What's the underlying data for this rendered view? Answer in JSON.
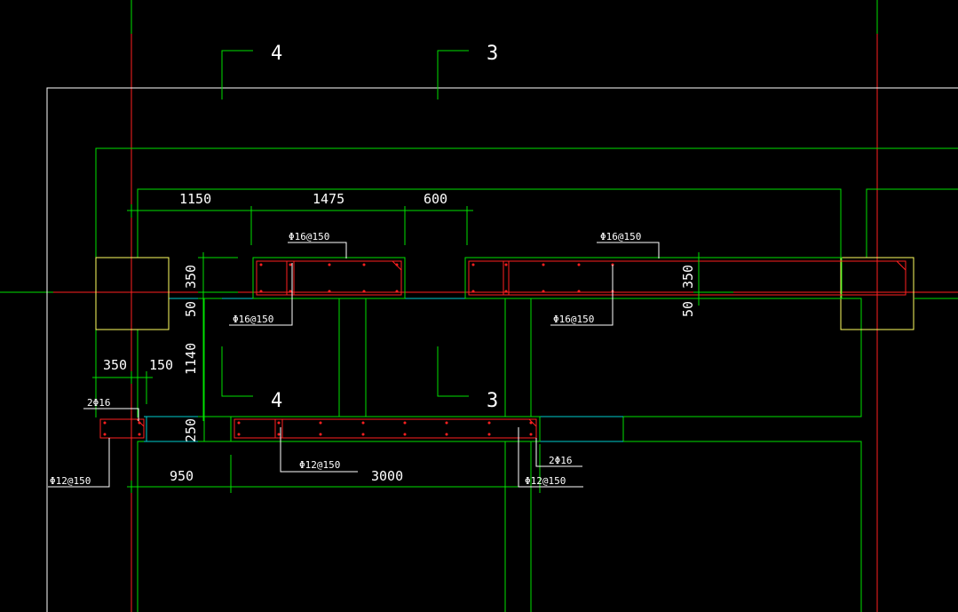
{
  "colors": {
    "background": "#000000",
    "grid_axis": "#ff2020",
    "outline": "#ffffff",
    "walls": "#00e000",
    "columns": "#ffff60",
    "rebar": "#ff2020",
    "beam_cyan": "#00cccc",
    "text": "#ffffff"
  },
  "section_marks": {
    "top_4": "4",
    "top_3": "3",
    "bottom_4": "4",
    "bottom_3": "3"
  },
  "dimensions": {
    "d_1150": "1150",
    "d_1475": "1475",
    "d_600": "600",
    "d_350_left": "350",
    "d_50_left": "50",
    "d_1140": "1140",
    "d_250": "250",
    "d_350_right": "350",
    "d_50_right": "50",
    "d_350_bottom": "350",
    "d_150_bottom": "150",
    "d_950": "950",
    "d_3000": "3000"
  },
  "rebar_labels": {
    "top_left_upper": "Φ16@150",
    "top_left_lower": "Φ16@150",
    "top_right_upper": "Φ16@150",
    "top_right_lower": "Φ16@150",
    "bottom_left_bars": "2Φ16",
    "bottom_left_stirrup": "Φ12@150",
    "bottom_mid_stirrup": "Φ12@150",
    "bottom_right_bars": "2Φ16",
    "bottom_right_stirrup": "Φ12@150"
  }
}
